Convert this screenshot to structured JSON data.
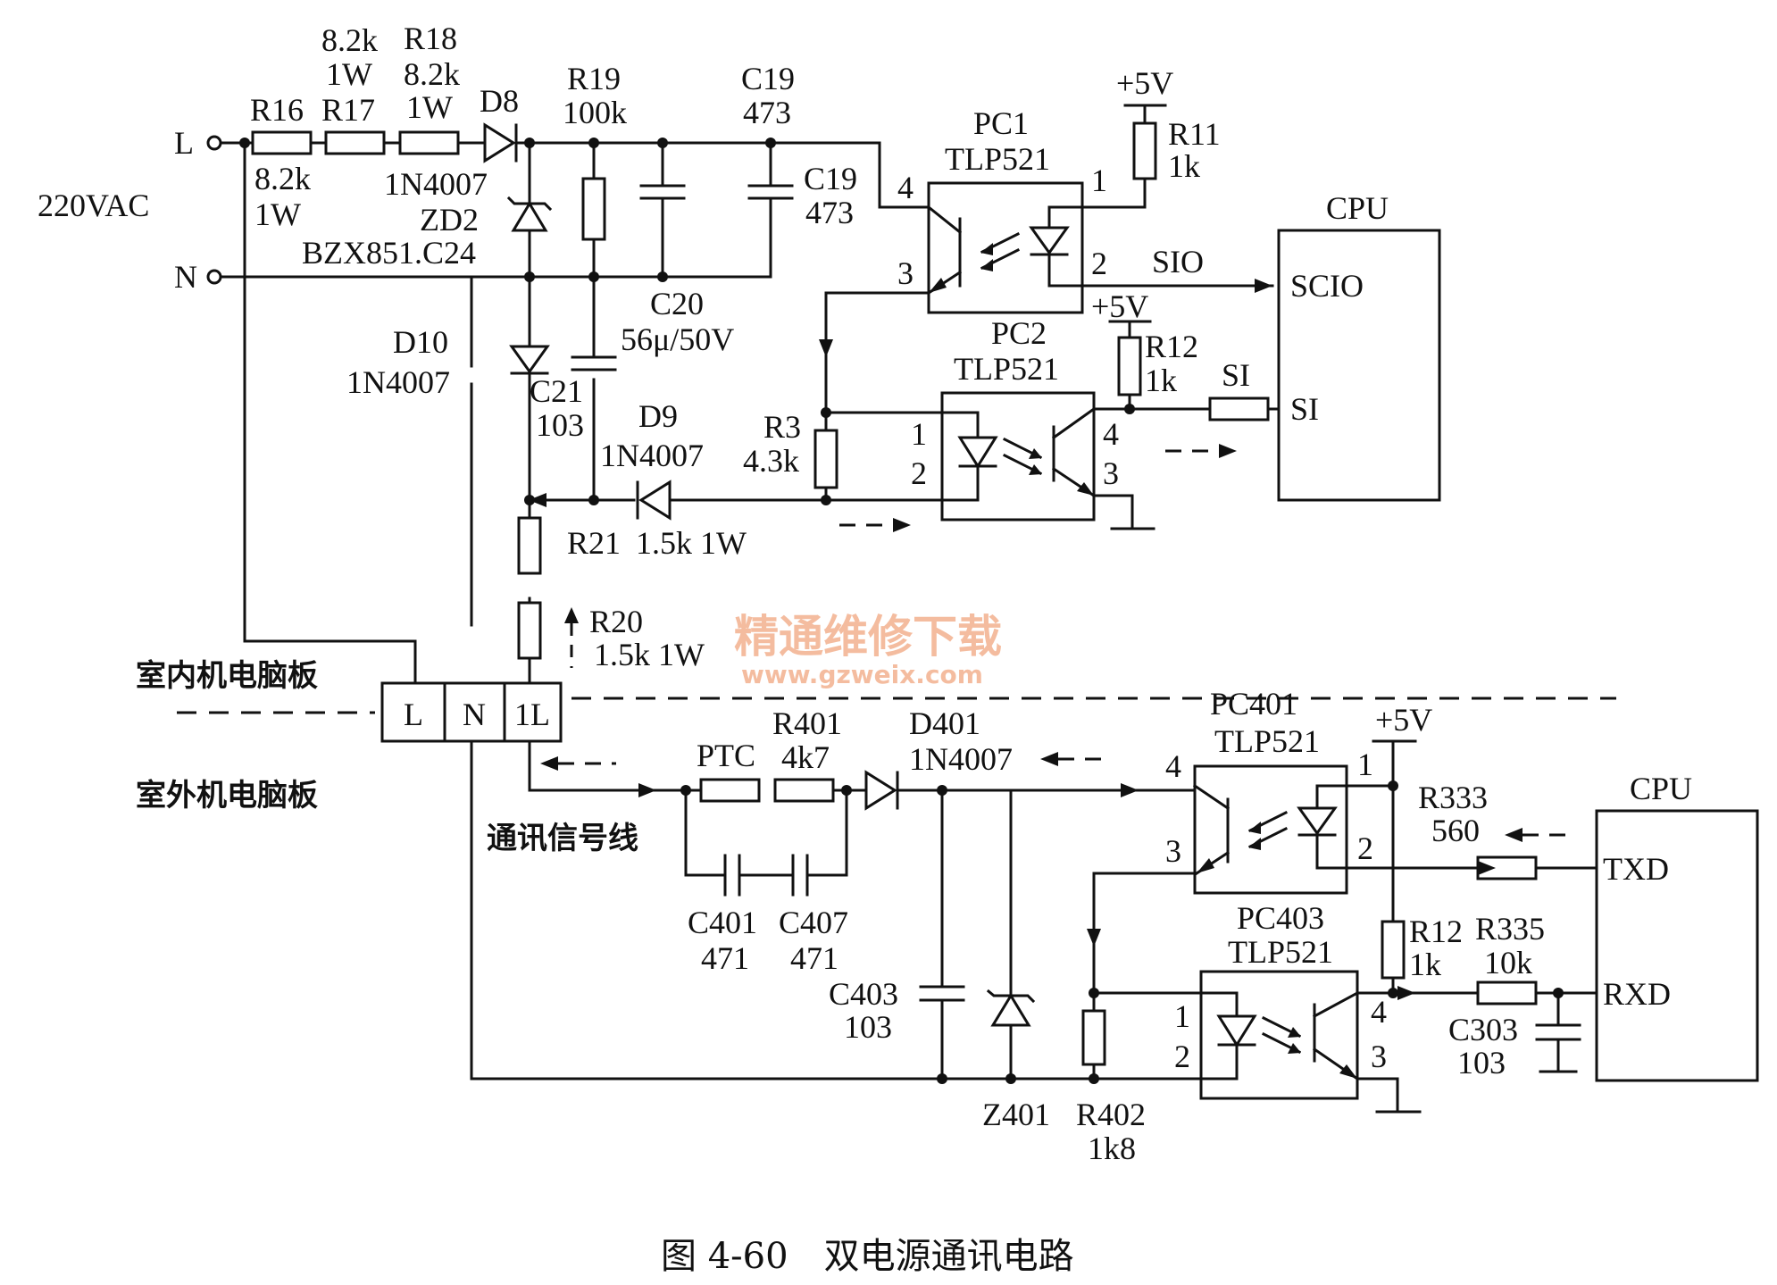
{
  "labels": {
    "L": "L",
    "N": "N",
    "ac": "220VAC",
    "r16": "R16",
    "r16v": "8.2k",
    "r16w": "1W",
    "r17": "R17",
    "r17v": "8.2k",
    "r17w": "1W",
    "r18": "R18",
    "r18v": "8.2k",
    "r18w": "1W",
    "d8": "D8",
    "d8v": "1N4007",
    "zd2": "ZD2",
    "zd2v": "BZX851.C24",
    "r19": "R19",
    "r19v": "100k",
    "c19a": "C19",
    "c19av": "473",
    "c19b": "C19",
    "c19bv": "473",
    "c20": "C20",
    "c20v": "56μ/50V",
    "pc1": "PC1",
    "pc1v": "TLP521",
    "p5v1": "+5V",
    "r11": "R11",
    "r11v": "1k",
    "cpu1": "CPU",
    "scio": "SCIO",
    "sio": "SIO",
    "si": "SI",
    "pc2": "PC2",
    "pc2v": "TLP521",
    "p5v2": "+5V",
    "r12a": "R12",
    "r12av": "1k",
    "d10": "D10",
    "d10v": "1N4007",
    "c21": "C21",
    "c21v": "103",
    "d9": "D9",
    "d9v": "1N4007",
    "r3": "R3",
    "r3v": "4.3k",
    "r21": "R21",
    "r21v": "1.5k 1W",
    "r20": "R20",
    "r20v": "1.5k 1W",
    "indoor": "室内机电脑板",
    "outdoor": "室外机电脑板",
    "tL": "L",
    "tN": "N",
    "t1L": "1L",
    "signal": "通讯信号线",
    "ptc": "PTC",
    "r401": "R401",
    "r401v": "4k7",
    "d401": "D401",
    "d401v": "1N4007",
    "pc401": "PC401",
    "pc401v": "TLP521",
    "p5v3": "+5V",
    "cpu2": "CPU",
    "r333": "R333",
    "r333v": "560",
    "txd": "TXD",
    "rxd": "RXD",
    "c401": "C401",
    "c401v": "471",
    "c407": "C407",
    "c407v": "471",
    "c403": "C403",
    "c403v": "103",
    "pc403": "PC403",
    "pc403v": "TLP521",
    "r12b": "R12",
    "r12bv": "1k",
    "r335": "R335",
    "r335v": "10k",
    "c303": "C303",
    "c303v": "103",
    "z401": "Z401",
    "r402": "R402",
    "r402v": "1k8",
    "pin1": "1",
    "pin2": "2",
    "pin3": "3",
    "pin4": "4"
  },
  "watermark": {
    "text": "精通维修下载",
    "url": "www.gzweix.com"
  },
  "caption": "图 4-60　双电源通讯电路"
}
